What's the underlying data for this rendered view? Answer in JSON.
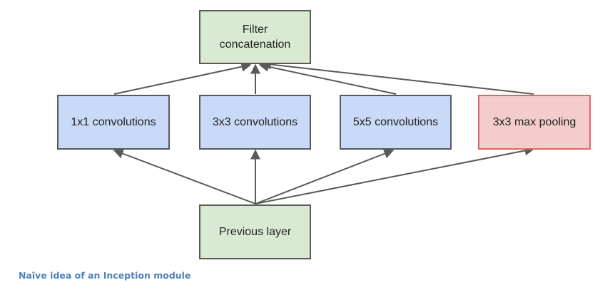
{
  "diagram": {
    "nodes": [
      {
        "id": "concat",
        "label": "Filter\nconcatenation",
        "fill": "#d9ead3",
        "border": "#595959"
      },
      {
        "id": "conv1",
        "label": "1x1 convolutions",
        "fill": "#c9daf8",
        "border": "#595959"
      },
      {
        "id": "conv3",
        "label": "3x3 convolutions",
        "fill": "#c9daf8",
        "border": "#595959"
      },
      {
        "id": "conv5",
        "label": "5x5 convolutions",
        "fill": "#c9daf8",
        "border": "#595959"
      },
      {
        "id": "pool",
        "label": "3x3 max pooling",
        "fill": "#f4cccc",
        "border": "#e06666"
      },
      {
        "id": "prev",
        "label": "Previous layer",
        "fill": "#d9ead3",
        "border": "#595959"
      }
    ],
    "edges": [
      {
        "from": "prev",
        "to": "conv1"
      },
      {
        "from": "prev",
        "to": "conv3"
      },
      {
        "from": "prev",
        "to": "conv5"
      },
      {
        "from": "prev",
        "to": "pool"
      },
      {
        "from": "conv1",
        "to": "concat"
      },
      {
        "from": "conv3",
        "to": "concat"
      },
      {
        "from": "conv5",
        "to": "concat"
      },
      {
        "from": "pool",
        "to": "concat"
      }
    ],
    "edge_color": "#595959"
  },
  "caption": {
    "text": "Naïve idea of an Inception module",
    "color": "#4f81bd"
  }
}
